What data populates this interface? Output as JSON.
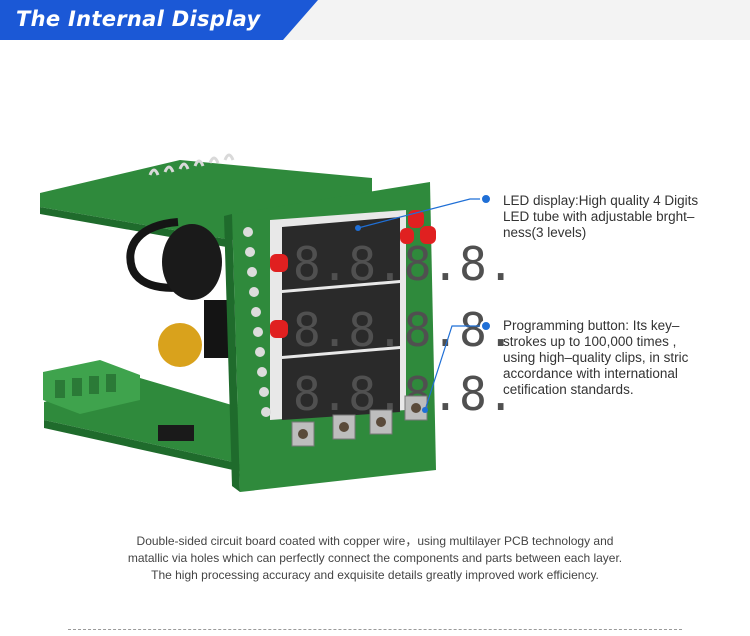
{
  "banner": {
    "title": "The Internal Display"
  },
  "callouts": [
    {
      "lines": [
        "LED display:High quality 4 Digits",
        "LED tube with adjustable brght–",
        "ness(3 levels)"
      ]
    },
    {
      "lines": [
        "Programming button:  Its key–",
        "strokes up to 100,000 times ,",
        "using high–quality clips, in stric",
        "accordance with international",
        "cetification standards."
      ]
    }
  ],
  "caption": [
    "Double-sided circuit board coated with copper wire，using multilayer PCB technology and",
    "matallic via holes which can perfectly connect the components and parts between each layer.",
    "The high processing accuracy and exquisite details greatly improved work efficiency."
  ],
  "display": {
    "rows": [
      "8.8.8.8.",
      "8.8.8.8.",
      "8.8.8.8."
    ]
  },
  "colors": {
    "banner": "#1b58d6",
    "pcb": "#2f8a3c",
    "pcb_dark": "#1f6b2c",
    "callout_dot": "#1f6fd6",
    "led_red": "#e02020"
  }
}
